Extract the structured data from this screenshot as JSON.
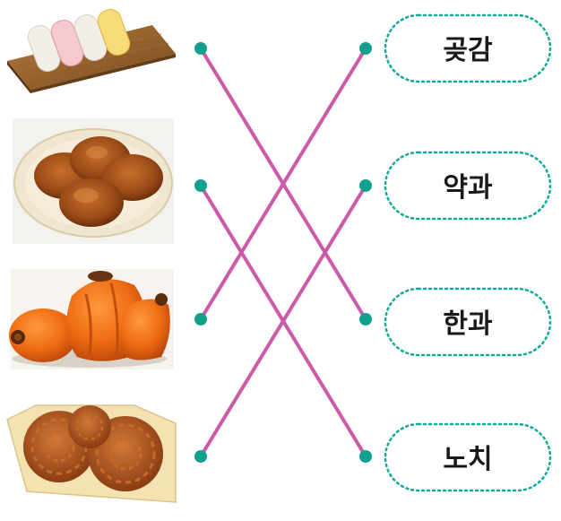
{
  "colors": {
    "line": "#cc5aa8",
    "dot": "#11a08e",
    "pill_border": "#12a89a",
    "text": "#1a1a1a"
  },
  "labels": [
    {
      "id": "gotgam",
      "text": "곶감"
    },
    {
      "id": "yakgwa",
      "text": "약과"
    },
    {
      "id": "hangwa",
      "text": "한과"
    },
    {
      "id": "nochi",
      "text": "노치"
    }
  ],
  "images": [
    {
      "id": "hangwa-picture",
      "icon": "rice-cakes-on-wooden-board"
    },
    {
      "id": "nochi-picture",
      "icon": "round-pancakes-on-plate"
    },
    {
      "id": "gotgam-picture",
      "icon": "dried-persimmons"
    },
    {
      "id": "yakgwa-picture",
      "icon": "flower-shaped-honey-cookies"
    }
  ],
  "connections": [
    {
      "image_row": 1,
      "label_row": 3
    },
    {
      "image_row": 2,
      "label_row": 4
    },
    {
      "image_row": 3,
      "label_row": 1
    },
    {
      "image_row": 4,
      "label_row": 2
    }
  ]
}
